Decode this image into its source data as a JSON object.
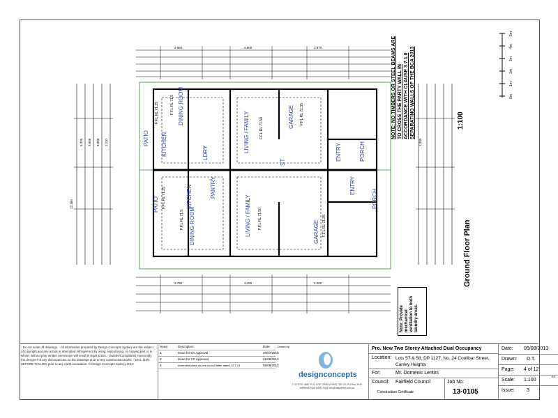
{
  "plan": {
    "title": "Ground Floor Plan",
    "scale": "1:100",
    "rooms": [
      {
        "name": "DINING ROOM",
        "level": "F.F.L RL 71.5"
      },
      {
        "name": "KITCHEN",
        "level": ""
      },
      {
        "name": "PATIO",
        "level": "F.F.L RL 71.35"
      },
      {
        "name": "LIVING / FAMILY",
        "level": "F.F.L RL 71.50"
      },
      {
        "name": "GARAGE",
        "level": "F.F.L RL 71.35"
      },
      {
        "name": "LDRY",
        "level": ""
      },
      {
        "name": "ENTRY",
        "level": ""
      },
      {
        "name": "PORCH",
        "level": ""
      },
      {
        "name": "ST",
        "level": ""
      },
      {
        "name": "PATIO",
        "level": "F.F.L RL 71.35"
      },
      {
        "name": "KITCHEN",
        "level": ""
      },
      {
        "name": "DINING ROOM",
        "level": "F.F.L RL 71.5"
      },
      {
        "name": "LIVING / FAMILY",
        "level": "F.F.L RL 71.50"
      },
      {
        "name": "GARAGE",
        "level": "F.F.L RL 71.35"
      },
      {
        "name": "ENTRY",
        "level": ""
      },
      {
        "name": "PORCH",
        "level": ""
      },
      {
        "name": "PANTRY",
        "level": ""
      }
    ],
    "notes": {
      "timbers": "NOTE: NO TIMBERS OR STEEL BEAMS ARE TO CROSS THE PARTY WALL IN ACCORDANCE WITH CLAUSE 3.7.1.8 SEPARATING WALLS OF THE BCA 2013",
      "ventilation": "Note: Provide mechanical ventilation to both laundry areas."
    },
    "scale_bar": [
      "5m",
      "4m",
      "3m",
      "2m",
      "1m",
      "0m"
    ],
    "dimensions": [
      "12,460",
      "5,335",
      "3,005",
      "3,000",
      "1,110",
      "2,860",
      "6,600",
      "1,870",
      "3,790",
      "4,450",
      "5,000",
      "1,200"
    ]
  },
  "title_block": {
    "disclaimer": "- Do not scale off drawings. - All information prepared by Design Concepts Sydney are the subject of copyright and any actual or attempted infringement by using, reproducing, or copying part or in whole, without prior written permission will result in legal action. - Builder/Consultants must notify the designer of any discrepancies on the drawings prior to any construction works. - DIAL 1100 BEFORE YOU DIG prior to any earth excavation. © Design Concepts Sydney 2013",
    "issues_header": {
      "issue": "Issue:",
      "description": "Description:",
      "date": "Date:"
    },
    "issues": [
      {
        "issue": "1",
        "description": "Issue for DA Approval",
        "date": "26/07/2010"
      },
      {
        "issue": "2",
        "description": "Issue for CC Approval",
        "date": "01/05/2013"
      },
      {
        "issue": "3",
        "description": "Amended plans as per council letter dated 12.7.13",
        "date": "05/08/2013"
      }
    ],
    "drawn_by_label": "Drawn by",
    "logo": "designconcepts",
    "logo_contact": "T 02 9757 4867  F 02 9757 2936  M 0405 735 121 PO Box 3241 Wetherill Park NSW 2164 info@dcsydney.com.au",
    "project": "Pro. New Two Storey Attached Dual Occupancy",
    "location_label": "Location:",
    "location": "Lots 57 & 58, DP 1127, No. 24 Coolibar Street, Canley Heights",
    "for_label": "For:",
    "client": "Mr. Domenic Lentini",
    "council_label": "Council:",
    "council": "Fairfield Council",
    "job_label": "Job No:",
    "job_no": "13-0105",
    "certificate": "Construction Certificate",
    "date_label": "Date:",
    "date": "05/08/2013",
    "drawn_label": "Drawn:",
    "drawn": "D.T.",
    "page_label": "Page:",
    "page": "4 of 12",
    "scale_label": "Scale:",
    "scale": "1:100",
    "sheet_size": "A3",
    "issue_label": "Issue:",
    "issue": "3"
  }
}
